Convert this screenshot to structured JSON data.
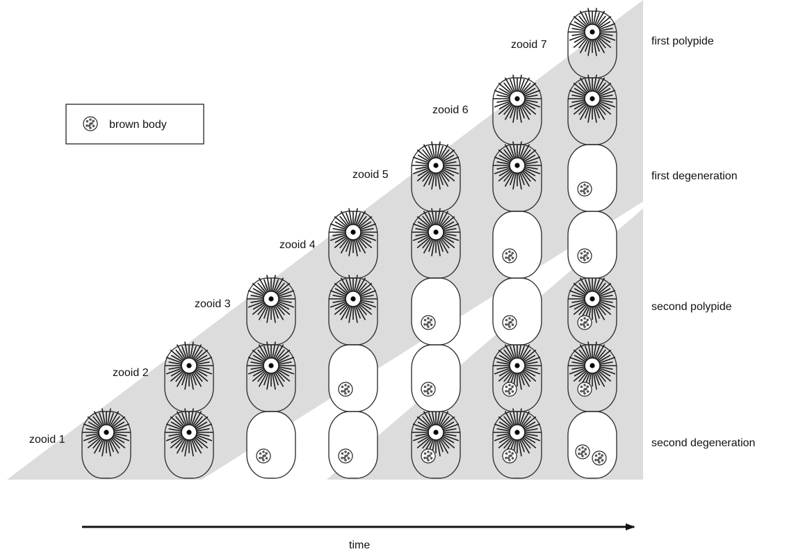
{
  "legend": {
    "label": "brown body",
    "icon": "brown-body-icon"
  },
  "zooid_labels": [
    "zooid 1",
    "zooid 2",
    "zooid 3",
    "zooid 4",
    "zooid 5",
    "zooid 6",
    "zooid 7"
  ],
  "row_labels": [
    "first polypide",
    "first degeneration",
    "second polypide",
    "second degeneration"
  ],
  "time_label": "time",
  "colors": {
    "band": "#dcdcdc",
    "outline": "#333333",
    "brown_body": "#555555"
  },
  "columns": [
    {
      "zooid": 1,
      "cells": [
        {
          "state": "polypide"
        }
      ]
    },
    {
      "zooid": 2,
      "cells": [
        {
          "state": "polypide"
        },
        {
          "state": "polypide"
        }
      ]
    },
    {
      "zooid": 3,
      "cells": [
        {
          "state": "empty",
          "brown_bodies": 1
        },
        {
          "state": "polypide"
        },
        {
          "state": "polypide"
        }
      ]
    },
    {
      "zooid": 4,
      "cells": [
        {
          "state": "empty",
          "brown_bodies": 1
        },
        {
          "state": "empty",
          "brown_bodies": 1
        },
        {
          "state": "polypide"
        },
        {
          "state": "polypide"
        }
      ]
    },
    {
      "zooid": 5,
      "cells": [
        {
          "state": "polypide",
          "brown_bodies": 1
        },
        {
          "state": "empty",
          "brown_bodies": 1
        },
        {
          "state": "empty",
          "brown_bodies": 1
        },
        {
          "state": "polypide"
        },
        {
          "state": "polypide"
        }
      ]
    },
    {
      "zooid": 6,
      "cells": [
        {
          "state": "polypide",
          "brown_bodies": 1
        },
        {
          "state": "polypide",
          "brown_bodies": 1
        },
        {
          "state": "empty",
          "brown_bodies": 1
        },
        {
          "state": "empty",
          "brown_bodies": 1
        },
        {
          "state": "polypide"
        },
        {
          "state": "polypide"
        }
      ]
    },
    {
      "zooid": 7,
      "cells": [
        {
          "state": "empty",
          "brown_bodies": 2
        },
        {
          "state": "polypide",
          "brown_bodies": 1
        },
        {
          "state": "polypide",
          "brown_bodies": 1
        },
        {
          "state": "empty",
          "brown_bodies": 1
        },
        {
          "state": "empty",
          "brown_bodies": 1
        },
        {
          "state": "polypide"
        },
        {
          "state": "polypide"
        }
      ]
    }
  ]
}
